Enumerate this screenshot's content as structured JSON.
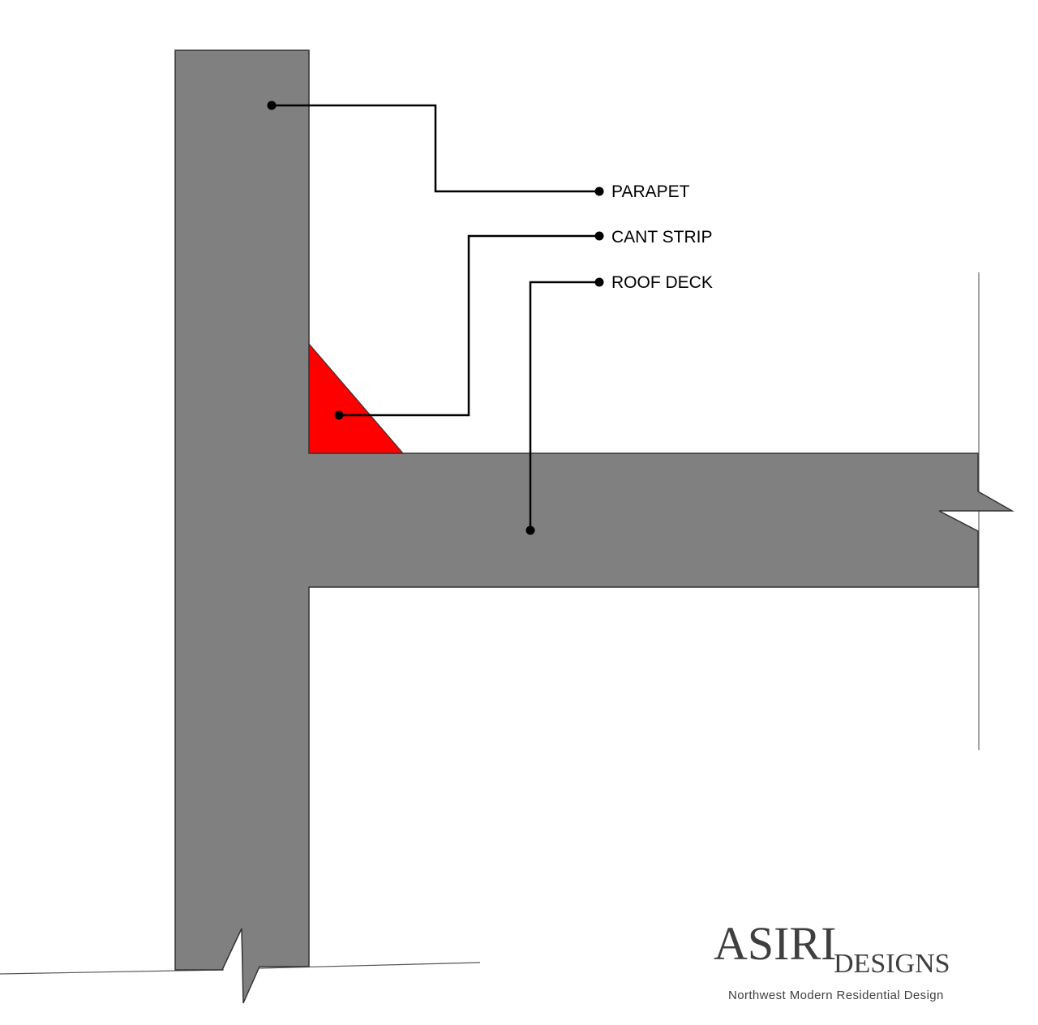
{
  "labels": {
    "parapet": "PARAPET",
    "cant_strip": "CANT STRIP",
    "roof_deck": "ROOF DECK"
  },
  "brand": {
    "name": "ASIRI",
    "sub": "DESIGNS",
    "tagline": "Northwest Modern Residential Design"
  },
  "colors": {
    "concrete": "#808080",
    "cant_strip": "#ff0000",
    "leader": "#000000"
  }
}
